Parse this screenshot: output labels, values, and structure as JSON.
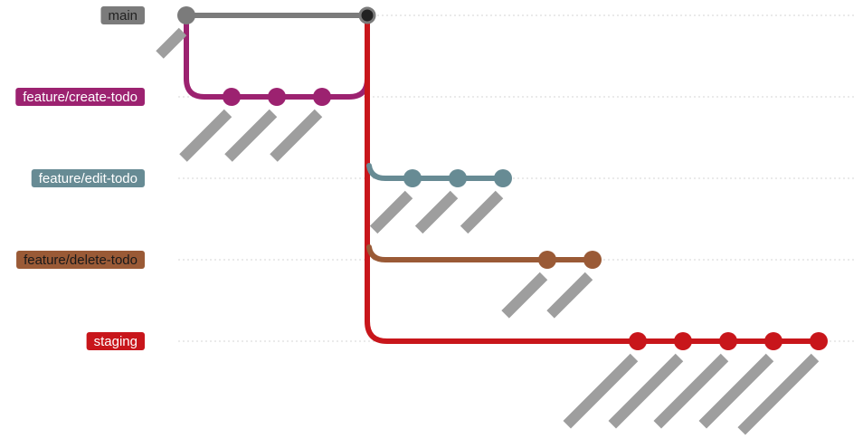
{
  "branches": [
    {
      "name": "main",
      "color": "#7b7b7b",
      "text_color": "#222222",
      "commits": [
        {
          "label": ""
        },
        {
          "label": "",
          "merge": true
        }
      ]
    },
    {
      "name": "feature/create-todo",
      "color": "#9c2270",
      "text_color": "#ffffff",
      "commits": [
        {
          "label": ""
        },
        {
          "label": ""
        },
        {
          "label": ""
        }
      ]
    },
    {
      "name": "feature/edit-todo",
      "color": "#678b94",
      "text_color": "#ffffff",
      "commits": [
        {
          "label": ""
        },
        {
          "label": ""
        },
        {
          "label": ""
        }
      ]
    },
    {
      "name": "feature/delete-todo",
      "color": "#9a5a36",
      "text_color": "#1a1a1a",
      "commits": [
        {
          "label": ""
        },
        {
          "label": ""
        }
      ]
    },
    {
      "name": "staging",
      "color": "#c8161b",
      "text_color": "#ffffff",
      "commits": [
        {
          "label": ""
        },
        {
          "label": ""
        },
        {
          "label": ""
        },
        {
          "label": ""
        },
        {
          "label": ""
        }
      ]
    }
  ],
  "colors": {
    "gridline": "#d6d6d6",
    "commit_label_bg": "#9e9e9e",
    "merge_commit_fill": "#222222"
  }
}
